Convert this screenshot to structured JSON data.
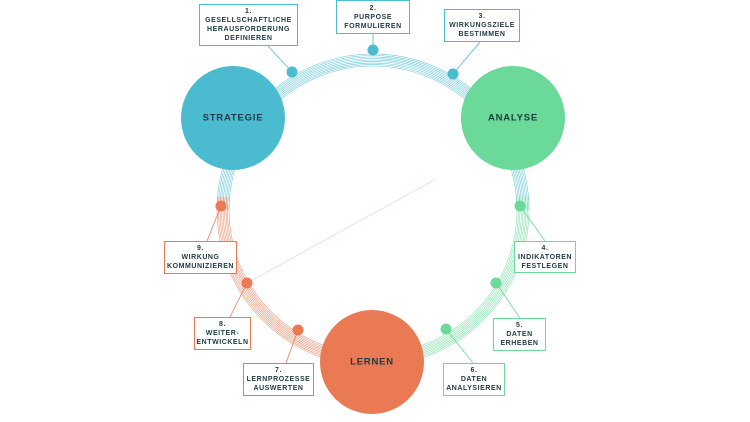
{
  "phases": [
    {
      "label": "STRATEGIE",
      "color": "#4bbcd0"
    },
    {
      "label": "ANALYSE",
      "color": "#6ad99a"
    },
    {
      "label": "LERNEN",
      "color": "#ea7a54"
    }
  ],
  "steps": [
    {
      "number": "1.",
      "lines": [
        "GESELLSCHAFTLICHE",
        "HERAUSFORDERUNG",
        "DEFINIEREN"
      ],
      "color": "#4bbcd0"
    },
    {
      "number": "2.",
      "lines": [
        "PURPOSE",
        "FORMULIEREN"
      ],
      "color": "#4bbcd0"
    },
    {
      "number": "3.",
      "lines": [
        "WIRKUNGSZIELE",
        "BESTIMMEN"
      ],
      "color": "#4bbcd0"
    },
    {
      "number": "4.",
      "lines": [
        "INDIKATOREN",
        "FESTLEGEN"
      ],
      "color": "#6ad99a"
    },
    {
      "number": "5.",
      "lines": [
        "DATEN",
        "ERHEBEN"
      ],
      "color": "#6ad99a"
    },
    {
      "number": "6.",
      "lines": [
        "DATEN",
        "ANALYSIEREN"
      ],
      "color": "#6ad99a"
    },
    {
      "number": "7.",
      "lines": [
        "LERNPROZESSE",
        "AUSWERTEN"
      ],
      "color": "#ea7a54"
    },
    {
      "number": "8.",
      "lines": [
        "WEITER-",
        "ENTWICKELN"
      ],
      "color": "#ea7a54"
    },
    {
      "number": "9.",
      "lines": [
        "WIRKUNG",
        "KOMMUNIZIEREN"
      ],
      "color": "#ea7a54"
    }
  ]
}
